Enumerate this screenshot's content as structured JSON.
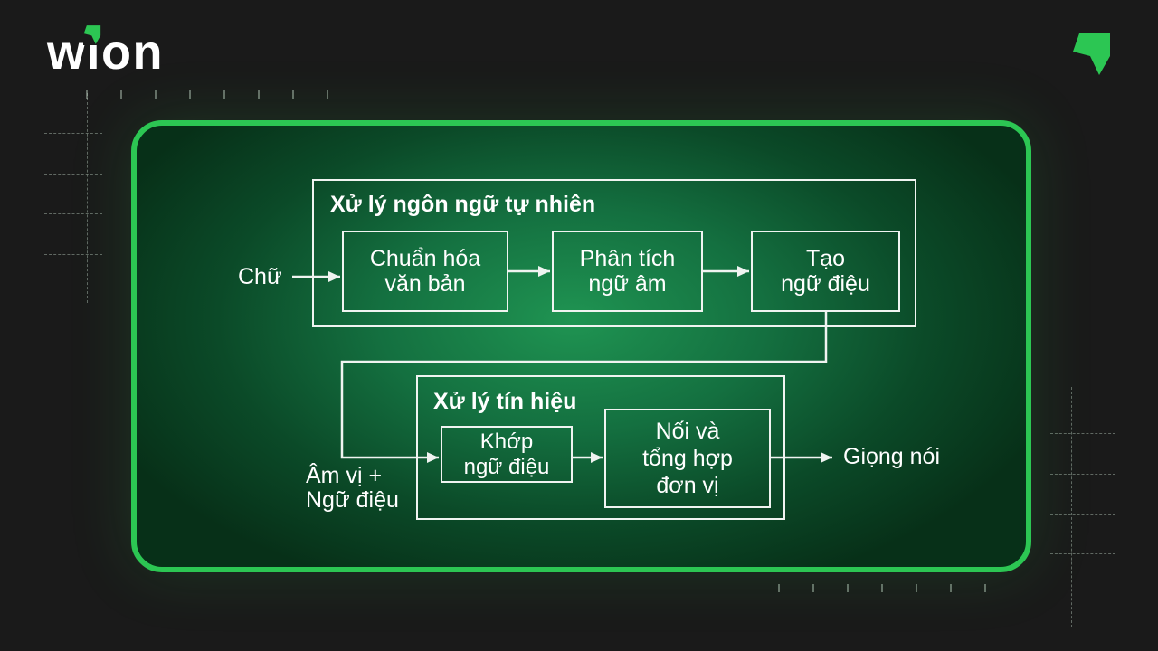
{
  "header": {
    "brand": "wion"
  },
  "colors": {
    "background": "#1a1a1a",
    "accent_green": "#2cc653",
    "panel_gradient_center": "#1f9452",
    "panel_gradient_edge": "#073018",
    "line_white": "#f0f4f1"
  },
  "diagram": {
    "input_label": "Chữ",
    "output_label": "Giọng nói",
    "intermediate_label": {
      "line1": "Âm vị +",
      "line2": "Ngữ điệu"
    },
    "nlp": {
      "title": "Xử lý ngôn ngữ tự nhiên",
      "steps": [
        {
          "line1": "Chuẩn hóa",
          "line2": "văn bản"
        },
        {
          "line1": "Phân tích",
          "line2": "ngữ âm"
        },
        {
          "line1": "Tạo",
          "line2": "ngữ điệu"
        }
      ]
    },
    "signal": {
      "title": "Xử lý tín hiệu",
      "steps": [
        {
          "line1": "Khớp",
          "line2": "ngữ điệu"
        },
        {
          "line1": "Nối và",
          "line2": "tổng hợp",
          "line3": "đơn vị"
        }
      ]
    }
  }
}
